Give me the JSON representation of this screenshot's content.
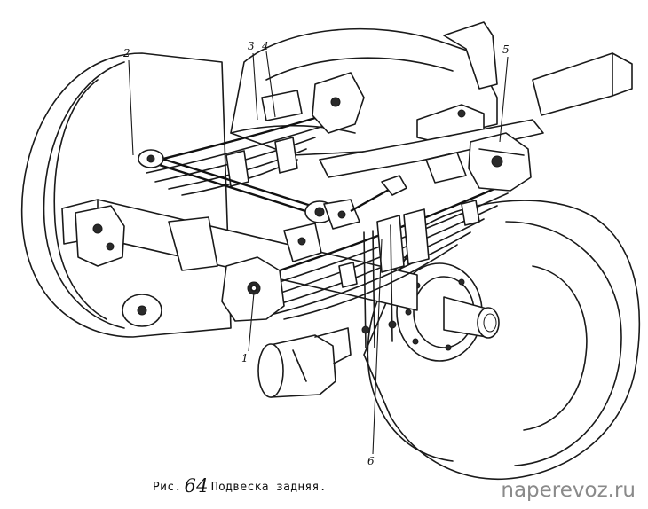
{
  "figure": {
    "caption_prefix": "Рис.",
    "caption_number": "64",
    "caption_title": "Подвеска задняя."
  },
  "callouts": [
    "1",
    "2",
    "3",
    "4",
    "5",
    "6"
  ],
  "watermark": "naperevoz.ru",
  "colors": {
    "ink": "#1a1a1a",
    "background": "#ffffff",
    "watermark": "#8a8a8a"
  }
}
